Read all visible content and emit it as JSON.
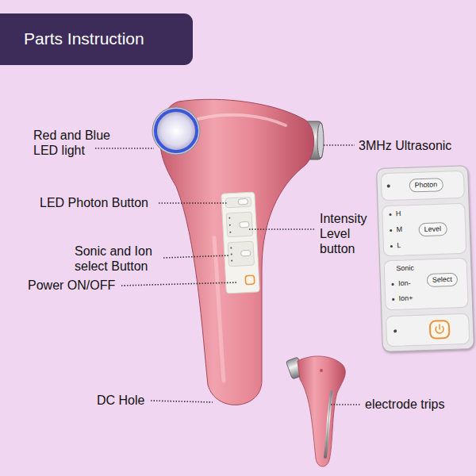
{
  "diagram": {
    "title": "Parts Instruction",
    "nodes": [
      {
        "text": [
          "H",
          "M",
          "L",
          "Sonic",
          "Ion-",
          "Ion+"
        ]
      },
      {
        "text": [
          "Photon"
        ],
        "in": 0
      },
      {
        "text": [
          "Level"
        ],
        "in": 0
      },
      {
        "text": [
          "Select"
        ],
        "in": 0
      }
    ],
    "labels": [
      "Red and Blue LED light",
      "3MHz Ultrasonic",
      "LED Photon Button",
      "Intensity Level button",
      "Sonic and Ion select Button",
      "Power ON/OFF",
      "DC Hole",
      "electrode trips"
    ]
  }
}
